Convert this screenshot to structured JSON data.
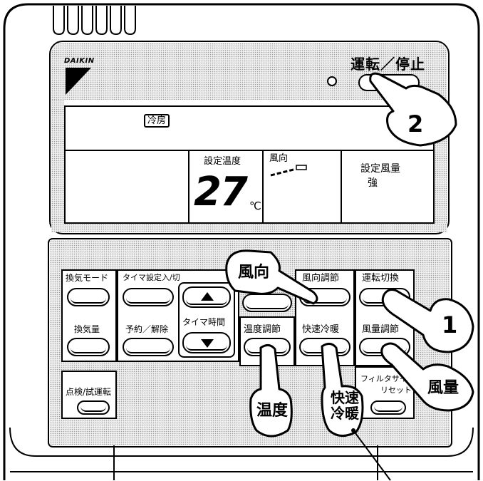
{
  "brand": "DAIKIN",
  "header": {
    "run_stop_label": "運転／停止"
  },
  "lcd": {
    "mode": "冷房",
    "set_temp_label": "設定温度",
    "temp_value": "27",
    "temp_unit": "℃",
    "wind_dir_label": "風向",
    "fan_label": "設定風量",
    "fan_value": "強"
  },
  "buttons": {
    "vent_mode": "換気モード",
    "timer_onoff": "タイマ設定入/切",
    "timer_time": "タイマ時間",
    "vent_amount": "換気量",
    "reserve": "予約／解除",
    "check": "点検/試運転",
    "wind_dir_adjust": "風向調節",
    "mode_switch": "運転切換",
    "temp_adjust": "温度調節",
    "quick": "快速冷暖",
    "fan_adjust": "風量調節",
    "filter_sign": "フィルタサイン",
    "reset": "リセット"
  },
  "callouts": {
    "wind_dir": "風向",
    "temp": "温度",
    "quick_line1": "快速",
    "quick_line2": "冷暖",
    "fan": "風量",
    "step1": "1",
    "step2": "2"
  }
}
